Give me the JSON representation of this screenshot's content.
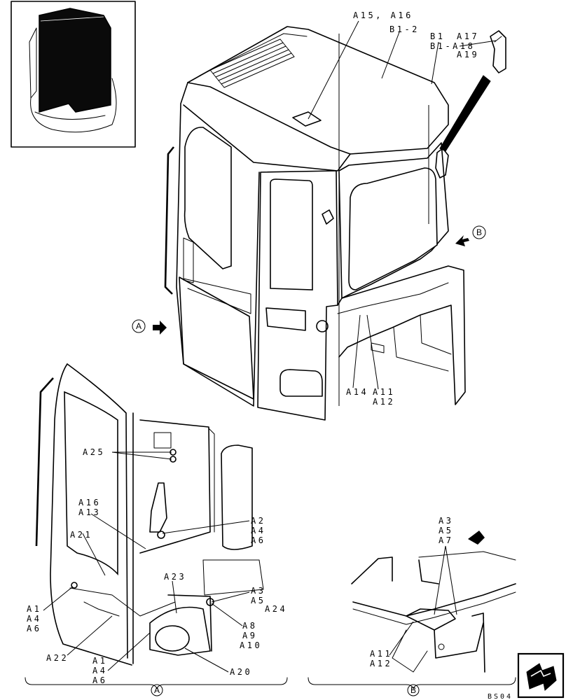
{
  "callouts": {
    "a15_a16": "A15, A16",
    "b1_2": "B1-2",
    "b1": "B1",
    "b1_a18": "B1-A18",
    "a17": "A17",
    "a19": "A19",
    "a14": "A14",
    "a11_a12_main": [
      "A11",
      "A12"
    ],
    "a25": "A25",
    "a16_a13": [
      "A16",
      "A13"
    ],
    "a21": "A21",
    "a2_a4_a6": [
      "A2",
      "A4",
      "A6"
    ],
    "a1_a4_a6_left": [
      "A1",
      "A4",
      "A6"
    ],
    "a23": "A23",
    "a3_a5": [
      "A3",
      "A5"
    ],
    "a24": "A24",
    "a8_a9_a10": [
      "A8",
      "A9",
      "A10"
    ],
    "a22": "A22",
    "a1_a4_a6_bottom": [
      "A1",
      "A4",
      "A6"
    ],
    "a20": "A20",
    "a3_a5_a7": [
      "A3",
      "A5",
      "A7"
    ],
    "a11_a12_detail": [
      "A11",
      "A12"
    ]
  },
  "views": {
    "view_a": "A",
    "view_b": "B"
  },
  "reference_code": "BS04"
}
